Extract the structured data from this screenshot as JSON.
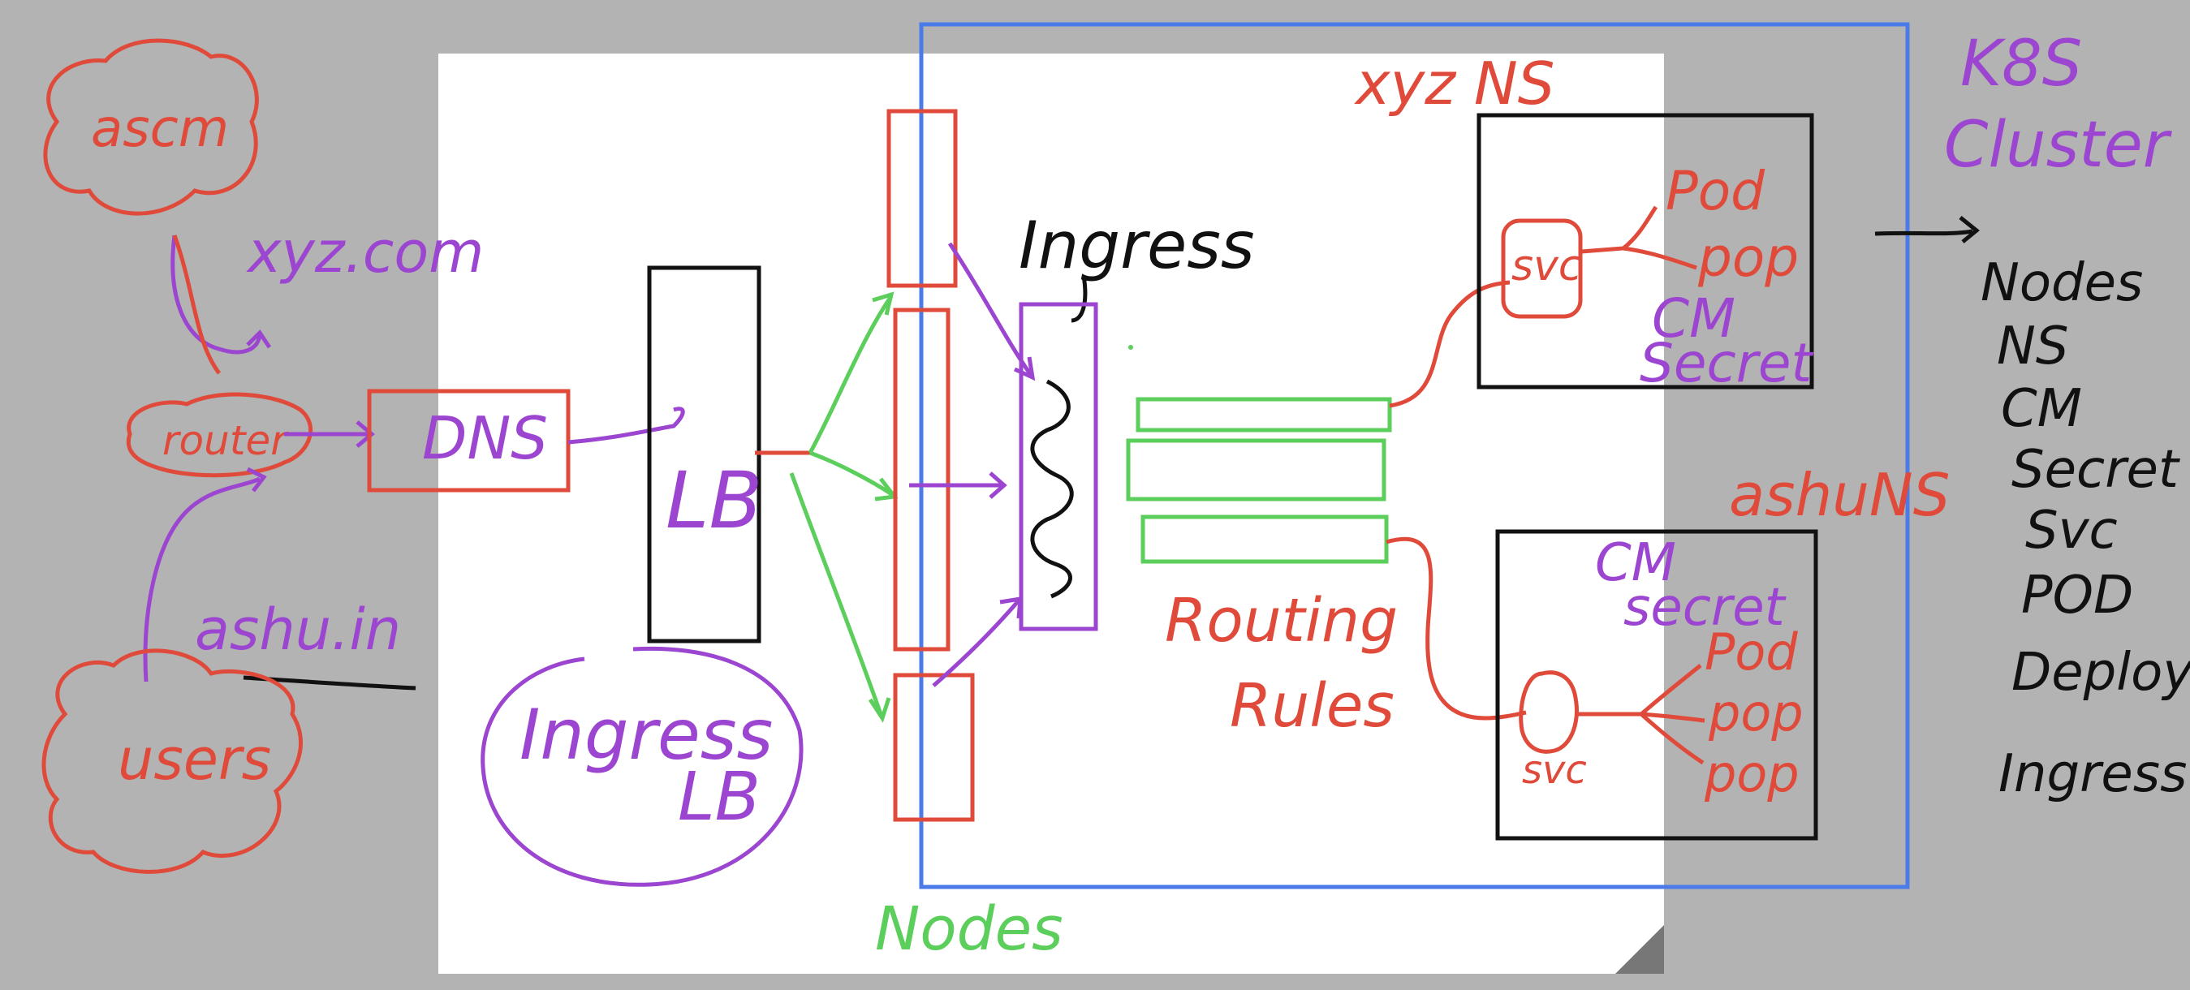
{
  "colors": {
    "background": "#b3b3b3",
    "page": "#ffffff",
    "red": "#e04a3a",
    "purple": "#9b45d0",
    "green": "#5cce5c",
    "black": "#111111",
    "blue": "#4a7be8"
  },
  "labels": {
    "ascm": "ascm",
    "xyz_com": "xyz.com",
    "router": "router",
    "dns": "DNS",
    "lb": "LB",
    "ashu_in": "ashu.in",
    "users": "users",
    "ingress_lb_line1": "Ingress",
    "ingress_lb_line2": "LB",
    "nodes": "Nodes",
    "ingress": "Ingress",
    "routing_line1": "Routing",
    "routing_line2": "Rules",
    "xyz_ns": "xyz NS",
    "ashu_ns": "ashuNS",
    "k8s_line1": "K8S",
    "k8s_line2": "Cluster"
  },
  "namespace_top": {
    "svc": "svc",
    "pods": [
      "Pod",
      "pop"
    ],
    "cm": "CM",
    "secret": "Secret"
  },
  "namespace_bottom": {
    "cm": "CM",
    "secret": "secret",
    "svc": "svc",
    "pods": [
      "Pod",
      "pop",
      "pop"
    ]
  },
  "cluster_objects": [
    "Nodes",
    "NS",
    "CM",
    "Secret",
    "Svc",
    "POD",
    "Deploy",
    "Ingress"
  ]
}
